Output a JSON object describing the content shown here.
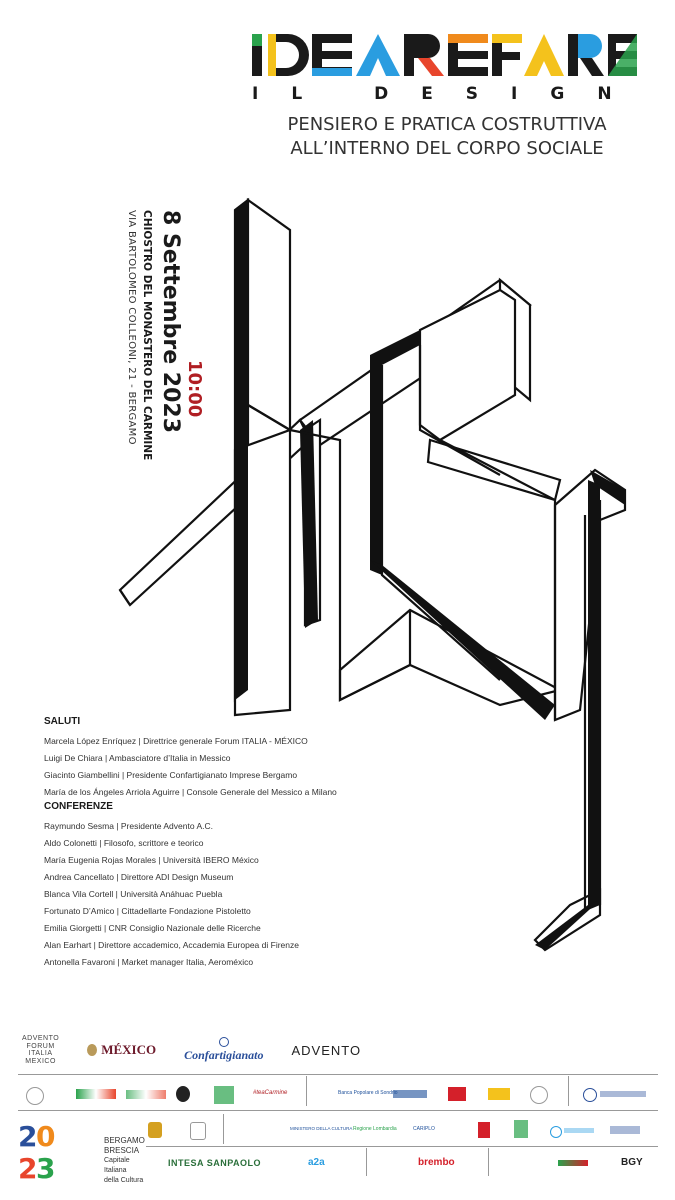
{
  "header": {
    "logo_text": "IDEARE FARE",
    "subtitle": "IL DESIGN",
    "tagline_line1": "PENSIERO E PRATICA COSTRUTTIVA",
    "tagline_line2": "ALL’INTERNO DEL CORPO SOCIALE"
  },
  "event": {
    "time": "10:00",
    "date": "8 Settembre 2023",
    "venue": "CHIOSTRO DEL MONASTERO DEL CARMINE",
    "address": "VIA BARTOLOMEO COLLEONI, 21 - BERGAMO"
  },
  "program": {
    "saluti_heading": "SALUTI",
    "saluti": [
      "Marcela López Enríquez | Direttrice generale Forum ITALIA - MÉXICO",
      "Luigi De Chiara | Ambasciatore d’Italia in Messico",
      "Giacinto Giambellini | Presidente Confartigianato Imprese Bergamo",
      "María de los Ángeles Arriola Aguirre | Console Generale del Messico a Milano"
    ],
    "conferenze_heading": "CONFERENZE",
    "conferenze": [
      "Raymundo Sesma | Presidente Advento A.C.",
      "Aldo Colonetti | Filosofo, scrittore e teorico",
      "María Eugenia Rojas Morales | Università IBERO México",
      "Andrea Cancellato | Direttore ADI Design Museum",
      "Blanca Vila Cortell | Università Anáhuac Puebla",
      "Fortunato D’Amico | Cittadellarte Fondazione Pistoletto",
      "Emilia Giorgetti | CNR Consiglio Nazionale delle Ricerche",
      "Alan Earhart | Direttore accademico, Accademia Europea di Firenze",
      "Antonella Favaroni | Market manager Italia, Aeroméxico"
    ]
  },
  "footer": {
    "advento_forum": [
      "ADVENTO",
      "FORUM",
      "ITALIA",
      "MEXICO"
    ],
    "mexico": "MÉXICO",
    "confartigianato": "Confartigianato",
    "advento": "ADVENTO",
    "carmine": "#teaCarmine",
    "cap_year": "2023",
    "cap_city1": "BERGAMO",
    "cap_city2": "BRESCIA",
    "cap_sub1": "Capitale Italiana",
    "cap_sub2": "della Cultura",
    "sponsor_intesa": "INTESA",
    "sponsor_sanpaolo": "SANPAOLO",
    "sponsor_a2a": "a2a",
    "sponsor_brembo": "brembo",
    "sponsor_bgy": "BGY",
    "sponsor_lombardia": "Regione Lombardia",
    "sponsor_cariplo": "CARIPLO",
    "sponsor_ministero": "MINISTERO DELLA CULTURA",
    "sponsor_bps": "Banca Popolare di Sondrio"
  },
  "colors": {
    "accent_red": "#b01e23",
    "logo_yellow": "#f4c21c",
    "logo_green": "#2aa24c",
    "logo_blue": "#2a9de0",
    "logo_red": "#e8452c",
    "logo_orange": "#f08a1c"
  }
}
